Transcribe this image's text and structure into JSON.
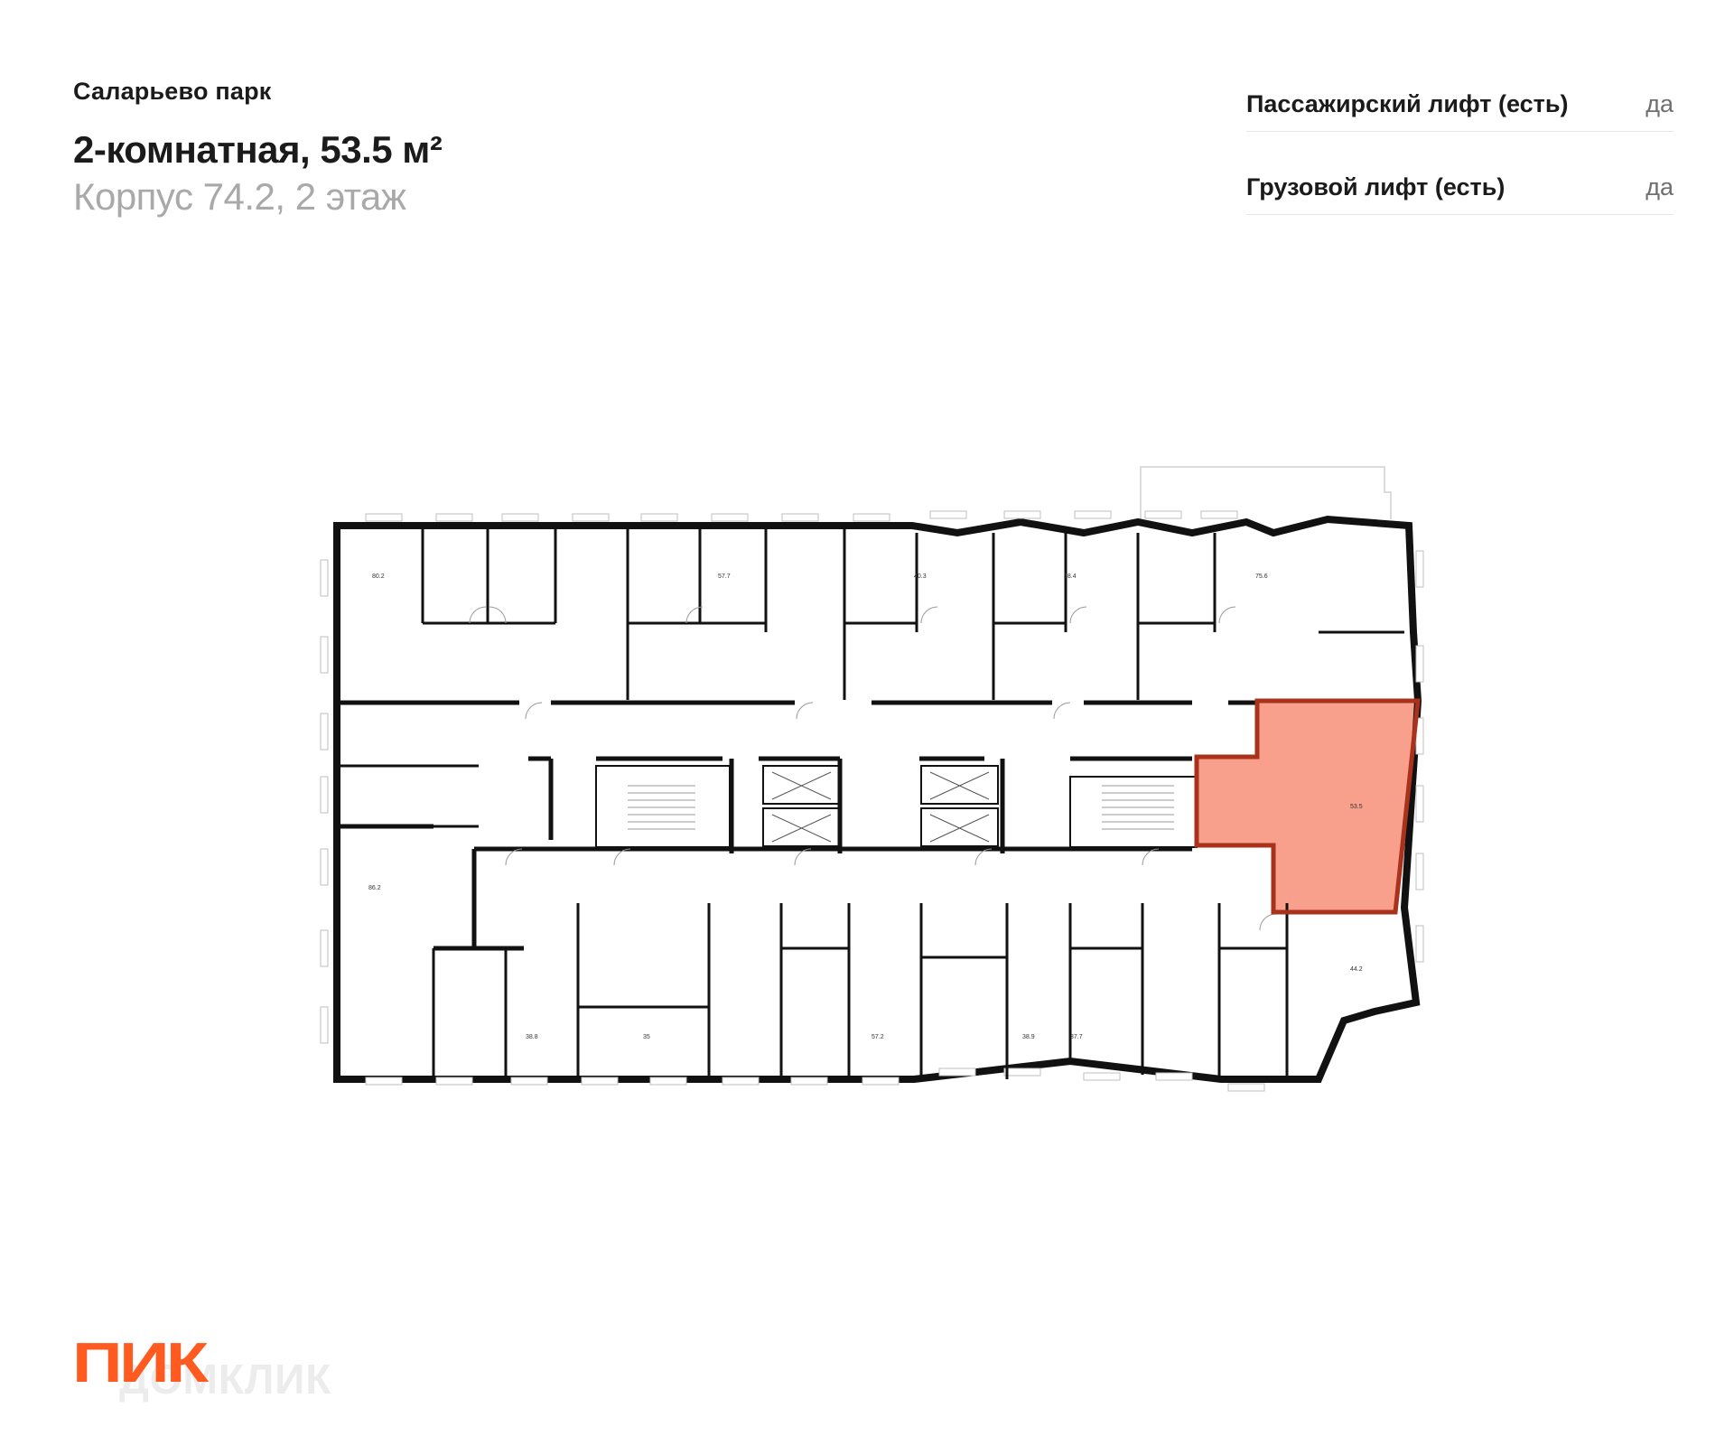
{
  "header": {
    "complex_name": "Саларьево парк",
    "apartment_title": "2-комнатная, 53.5 м²",
    "building_floor": "Корпус 74.2, 2 этаж"
  },
  "features": [
    {
      "label": "Пассажирский лифт (есть)",
      "value": "да"
    },
    {
      "label": "Грузовой лифт (есть)",
      "value": "да"
    }
  ],
  "plan": {
    "highlight_color": "#f9a08c",
    "highlight_border": "#a8321b",
    "areas": {
      "a1": "80.2",
      "a2": "57.7",
      "a3": "40.3",
      "a4": "38.4",
      "a5": "75.6",
      "a6": "86.2",
      "a7": "53.5",
      "a8": "44.2",
      "a9": "38.8",
      "a10": "35",
      "a11": "57.2",
      "a12": "38.9",
      "a13": "37.7"
    }
  },
  "logo": {
    "brand": "ПИК",
    "watermark": "ДОМКЛИК",
    "color": "#ff5a1f"
  }
}
